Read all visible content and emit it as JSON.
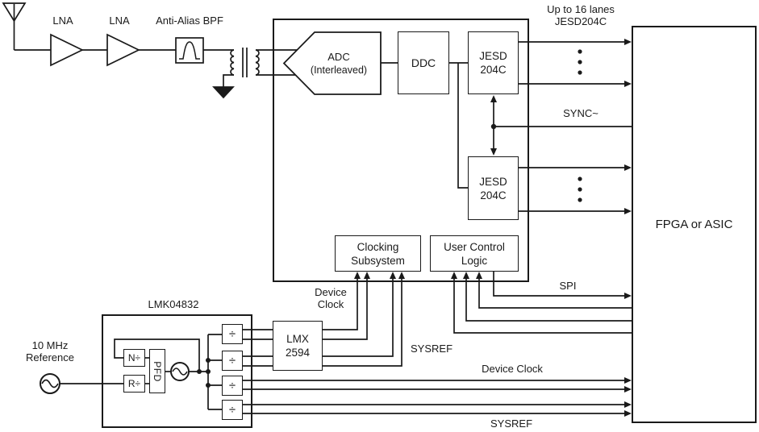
{
  "colors": {
    "line": "#1a1a1a",
    "background": "#ffffff"
  },
  "rf_chain": {
    "lna1": "LNA",
    "lna2": "LNA",
    "bpf": "Anti-Alias BPF",
    "icons": {
      "antenna": "antenna-icon",
      "balun": "transformer-balun-icon",
      "ground": "ground-icon",
      "bandpass": "bandpass-filter-icon"
    }
  },
  "adc_ic": {
    "adc": {
      "l1": "ADC",
      "l2": "(Interleaved)"
    },
    "ddc": "DDC",
    "jesd_top": {
      "l1": "JESD",
      "l2": "204C"
    },
    "jesd_bottom": {
      "l1": "JESD",
      "l2": "204C"
    },
    "clocking": {
      "l1": "Clocking",
      "l2": "Subsystem"
    },
    "user_control": {
      "l1": "User Control",
      "l2": "Logic"
    }
  },
  "fpga": {
    "label": "FPGA or ASIC"
  },
  "nets": {
    "lanes": {
      "l1": "Up to 16 lanes",
      "l2": "JESD204C"
    },
    "sync": "SYNC~",
    "spi": "SPI",
    "device_clock_mid": {
      "l1": "Device",
      "l2": "Clock"
    },
    "sysref_mid": "SYSREF",
    "device_clock_bottom": "Device Clock",
    "sysref_bottom": "SYSREF"
  },
  "clocking_section": {
    "lmk": "LMK04832",
    "lmx": {
      "l1": "LMX",
      "l2": "2594"
    },
    "n_div": "N÷",
    "r_div": "R÷",
    "pfd": "PFD",
    "div": "÷",
    "reference": {
      "l1": "10 MHz",
      "l2": "Reference"
    },
    "icons": {
      "reference_osc": "sine-source-icon",
      "vco": "sine-oscillator-icon"
    }
  }
}
